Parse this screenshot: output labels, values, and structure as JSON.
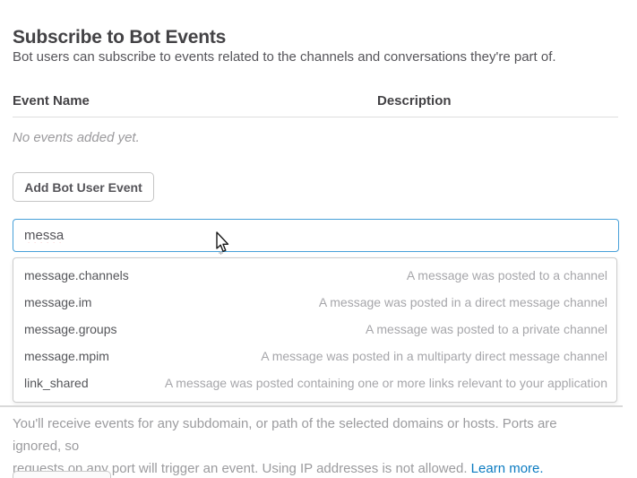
{
  "page": {
    "title": "Subscribe to Bot Events",
    "subtitle": "Bot users can subscribe to events related to the channels and conversations they're part of."
  },
  "table": {
    "columns": [
      "Event Name",
      "Description"
    ],
    "empty_message": "No events added yet."
  },
  "toolbar": {
    "add_button_label": "Add Bot User Event"
  },
  "search": {
    "value": "messa",
    "placeholder": ""
  },
  "suggestions": [
    {
      "name": "message.channels",
      "description": "A message was posted to a channel"
    },
    {
      "name": "message.im",
      "description": "A message was posted in a direct message channel"
    },
    {
      "name": "message.groups",
      "description": "A message was posted to a private channel"
    },
    {
      "name": "message.mpim",
      "description": "A message was posted in a multiparty direct message channel"
    },
    {
      "name": "link_shared",
      "description": "A message was posted containing one or more links relevant to your application"
    }
  ],
  "footer": {
    "line1": "You'll receive events for any subdomain, or path of the selected domains or hosts. Ports are ignored, so",
    "line2": "requests on any port will trigger an event. Using IP addresses is not allowed.",
    "link_label": "Learn more."
  },
  "colors": {
    "accent_blue_input_border": "#47a0d9",
    "link_blue": "#0b7bc1",
    "heading_text": "#434245",
    "body_text": "#555459",
    "muted_text": "#9b9a9d",
    "suggestion_desc_text": "#a6a6aa",
    "border_gray": "#cccccc",
    "divider_gray": "#dddddd",
    "spellcheck_red": "#e0524e"
  }
}
